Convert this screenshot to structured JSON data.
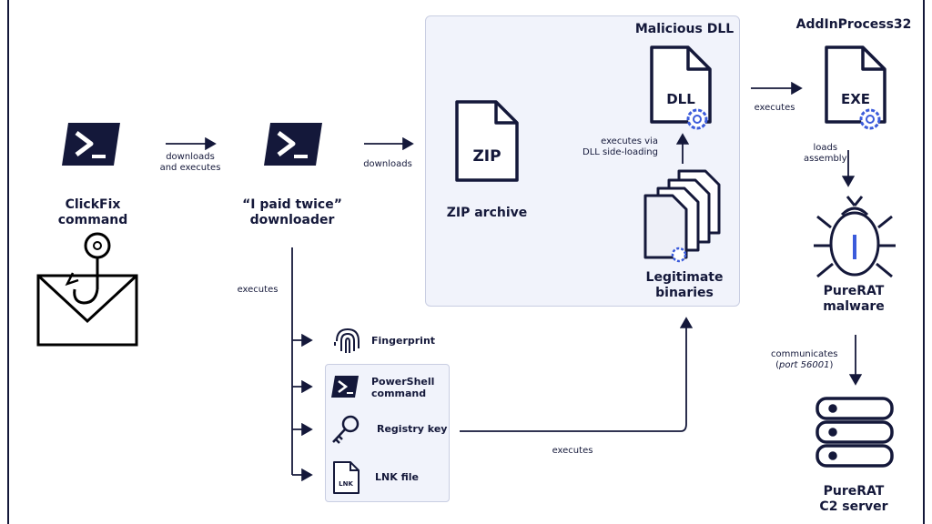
{
  "nodes": {
    "clickfix": {
      "line1": "ClickFix",
      "line2": "command"
    },
    "downloader": {
      "line1": "“I paid twice”",
      "line2": "downloader"
    },
    "zip": {
      "badge": "ZIP",
      "label": "ZIP archive"
    },
    "malicious_dll": {
      "title": "Malicious DLL",
      "badge": "DLL"
    },
    "legit": {
      "line1": "Legitimate",
      "line2": "binaries"
    },
    "addinprocess": {
      "title": "AddInProcess32",
      "badge": "EXE"
    },
    "purerat_malware": {
      "line1": "PureRAT",
      "line2": "malware"
    },
    "c2": {
      "line1": "PureRAT",
      "line2": "C2 server"
    },
    "lnk": {
      "badge": "LNK"
    }
  },
  "edges": {
    "downloads_and_executes": {
      "line1": "downloads",
      "line2": "and executes"
    },
    "downloads": "downloads",
    "sideload": {
      "line1": "executes via",
      "line2": "DLL side-loading"
    },
    "executes_exe": "executes",
    "loads_assembly": {
      "line1": "loads",
      "line2": "assembly"
    },
    "communicates": {
      "line1": "communicates",
      "port": "port 56001"
    },
    "executes_left": "executes",
    "executes_bottom": "executes"
  },
  "persistence": [
    {
      "label": "Fingerprint",
      "icon": "fingerprint-icon"
    },
    {
      "label": "PowerShell\ncommand",
      "icon": "powershell-icon"
    },
    {
      "label": "Registry key",
      "icon": "key-icon"
    },
    {
      "label": "LNK file",
      "icon": "lnk-file-icon"
    }
  ],
  "colors": {
    "navy": "#14183a",
    "panel": "#f1f3fb",
    "accent": "#3b5bdb",
    "panel_border": "#c9cee2"
  }
}
